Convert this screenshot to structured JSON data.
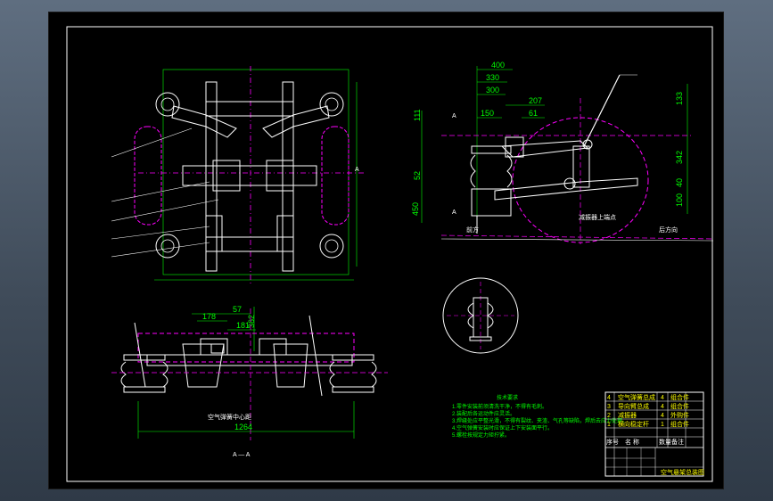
{
  "colors": {
    "background": "#000000",
    "frame": "#ffffff",
    "dimension": "#00ff00",
    "centerline": "#ff00ff",
    "outline": "#ffffff",
    "hidden": "#ff00ff"
  },
  "top_view": {
    "section_marker": "A"
  },
  "side_view": {
    "dims_horizontal": [
      "400",
      "330",
      "300",
      "207",
      "150",
      "61"
    ],
    "dims_vertical_left": [
      "111",
      "52",
      "450"
    ],
    "dims_vertical_right": [
      "133",
      "342",
      "40",
      "100"
    ],
    "section_marker_upper": "A",
    "section_marker_lower": "A",
    "label_front": "前方",
    "label_rear": "后方向",
    "label_mid": "减振器上端点"
  },
  "front_view": {
    "dims": [
      "57",
      "178",
      "181",
      "362"
    ],
    "caption": "空气弹簧中心距",
    "width_dim": "1264",
    "section_label": "A — A"
  },
  "notes": {
    "title": "技术要求",
    "lines": [
      "1.零件安装前须清洗干净，不得有毛刺。",
      "2.装配后各运动件应灵活。",
      "3.焊缝处应平整光滑，不得有裂纹、夹渣、气孔等缺陷，焊后去应力处理。",
      "4.空气弹簧安装时应保证上下安装面平行。",
      "5.螺栓按规定力矩拧紧。"
    ]
  },
  "title_block": {
    "rows": [
      [
        "4",
        "空气弹簧总成",
        "4",
        "组合件"
      ],
      [
        "3",
        "导向臂总成",
        "4",
        "组合件"
      ],
      [
        "2",
        "减振器",
        "4",
        "外购件"
      ],
      [
        "1",
        "横向稳定杆",
        "1",
        "组合件"
      ]
    ],
    "header": [
      "序号",
      "名 称",
      "数量",
      "备注"
    ],
    "drawing_name": "空气悬架总装图"
  }
}
